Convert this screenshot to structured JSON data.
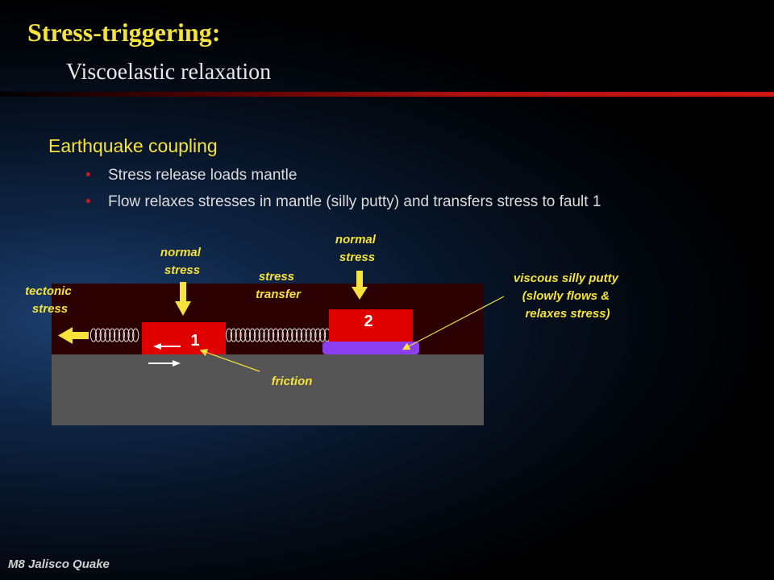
{
  "slide": {
    "title": "Stress-triggering:",
    "subtitle": "Viscoelastic relaxation",
    "heading": "Earthquake coupling",
    "bullets": [
      "Stress release loads mantle",
      "Flow relaxes stresses in mantle (silly putty) and transfers stress to fault 1"
    ],
    "footer": "M8 Jalisco Quake"
  },
  "diagram": {
    "labels": {
      "tectonic": [
        "tectonic",
        "stress"
      ],
      "normal1": [
        "normal",
        "stress"
      ],
      "normal2": [
        "normal",
        "stress"
      ],
      "transfer": [
        "stress",
        "transfer"
      ],
      "viscous": [
        "viscous silly putty",
        "(slowly flows &",
        "relaxes stress)"
      ],
      "friction": "friction"
    },
    "block1": "1",
    "block2": "2"
  },
  "colors": {
    "accent_yellow": "#f5e23a",
    "block_red": "#e00000",
    "putty_purple": "#8a3ef0",
    "crust": "#2a0000",
    "mantle": "#555555"
  }
}
